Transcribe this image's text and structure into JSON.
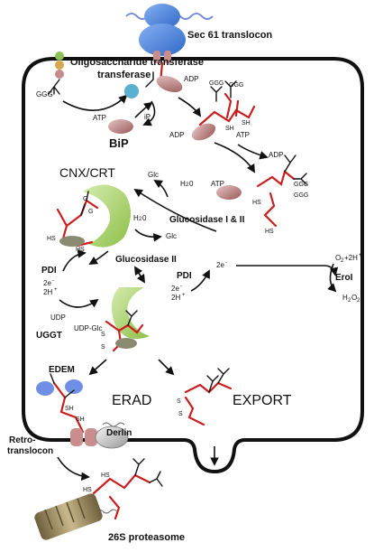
{
  "labels": {
    "sec61": "Sec 61 translocon",
    "ost": "Oligosaccharide transferase",
    "ggg_left": "GGG",
    "adp_top": "ADP",
    "atp_bip": "ATP",
    "ip": "iP",
    "bip": "BiP",
    "adp_mid": "ADP",
    "ggg_top1": "GGG",
    "ggg_top2": "GGG",
    "sh1": "SH",
    "sh2": "SH",
    "atp_right": "ATP",
    "adp_right": "ADP",
    "cnx_crt": "CNX/CRT",
    "glc_top": "Glc",
    "h2o_top": "H",
    "h2o_top_o": "0",
    "g1": "G",
    "g2": "G",
    "atp_mid": "ATP",
    "ggg_r1": "GGG",
    "ggg_r2": "GGG",
    "glucosidase_1_2": "Glucosidase I & II",
    "hs_a": "HS",
    "hs_b": "HS",
    "hs_c": "HS",
    "hs_d": "HS",
    "h2o_mid": "H",
    "h2o_mid_o": "0",
    "glc_mid": "Glc",
    "glucosidase_2": "Glucosidase II",
    "pdi_left": "PDI",
    "pdi_right": "PDI",
    "e_left": "2e",
    "h_left": "2H",
    "e_right": "2e",
    "h_right": "2H",
    "e_top": "2e",
    "ero": "EroI",
    "o2": "O",
    "o2_plus": "+2H",
    "h2o2": "H",
    "h2o2_o": "O",
    "udp": "UDP",
    "udp_glc": "UDP-Glc",
    "uggt": "UGGT",
    "s_a": "S",
    "s_b": "S",
    "edem": "EDEM",
    "sh_e1": "SH",
    "sh_e2": "SH",
    "erad": "ERAD",
    "s_c": "S",
    "s_d": "S",
    "export": "EXPORT",
    "derlin": "Derlin",
    "retro": "Retro-",
    "translocon": "translocon",
    "hs_e": "HS",
    "hs_f": "HS",
    "proteasome": "26S proteasome"
  },
  "colors": {
    "chain": "#c81e1e",
    "bip": "#b87a7a",
    "cnx": "#a8cf63",
    "sec61": "#4d86e6",
    "ost": "#5ab0cf",
    "edem": "#6f8fe6",
    "proteasome": "#8a7a55"
  }
}
